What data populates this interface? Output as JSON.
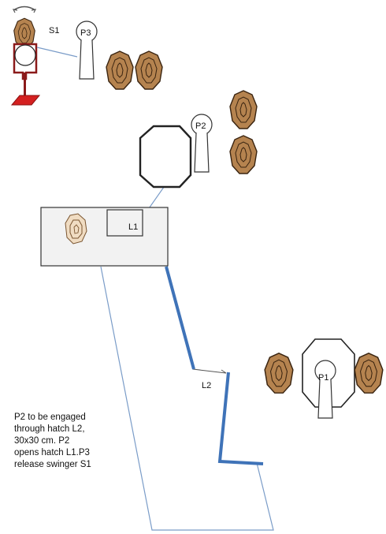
{
  "labels": {
    "s1": "S1",
    "p3": "P3",
    "p2": "P2",
    "p1": "P1",
    "l1": "L1",
    "l2": "L2"
  },
  "note_lines": [
    "P2 to be engaged",
    "through hatch L2,",
    "30x30 cm. P2",
    "opens hatch L1.P3",
    "release swinger S1"
  ],
  "colors": {
    "target_fill": "#b5834f",
    "target_stroke": "#3a2410",
    "wall_blue": "#3f73b8",
    "swinger_red": "#d42020",
    "line_blue": "#7a9cc8",
    "box_fill": "#f2f2f2"
  }
}
